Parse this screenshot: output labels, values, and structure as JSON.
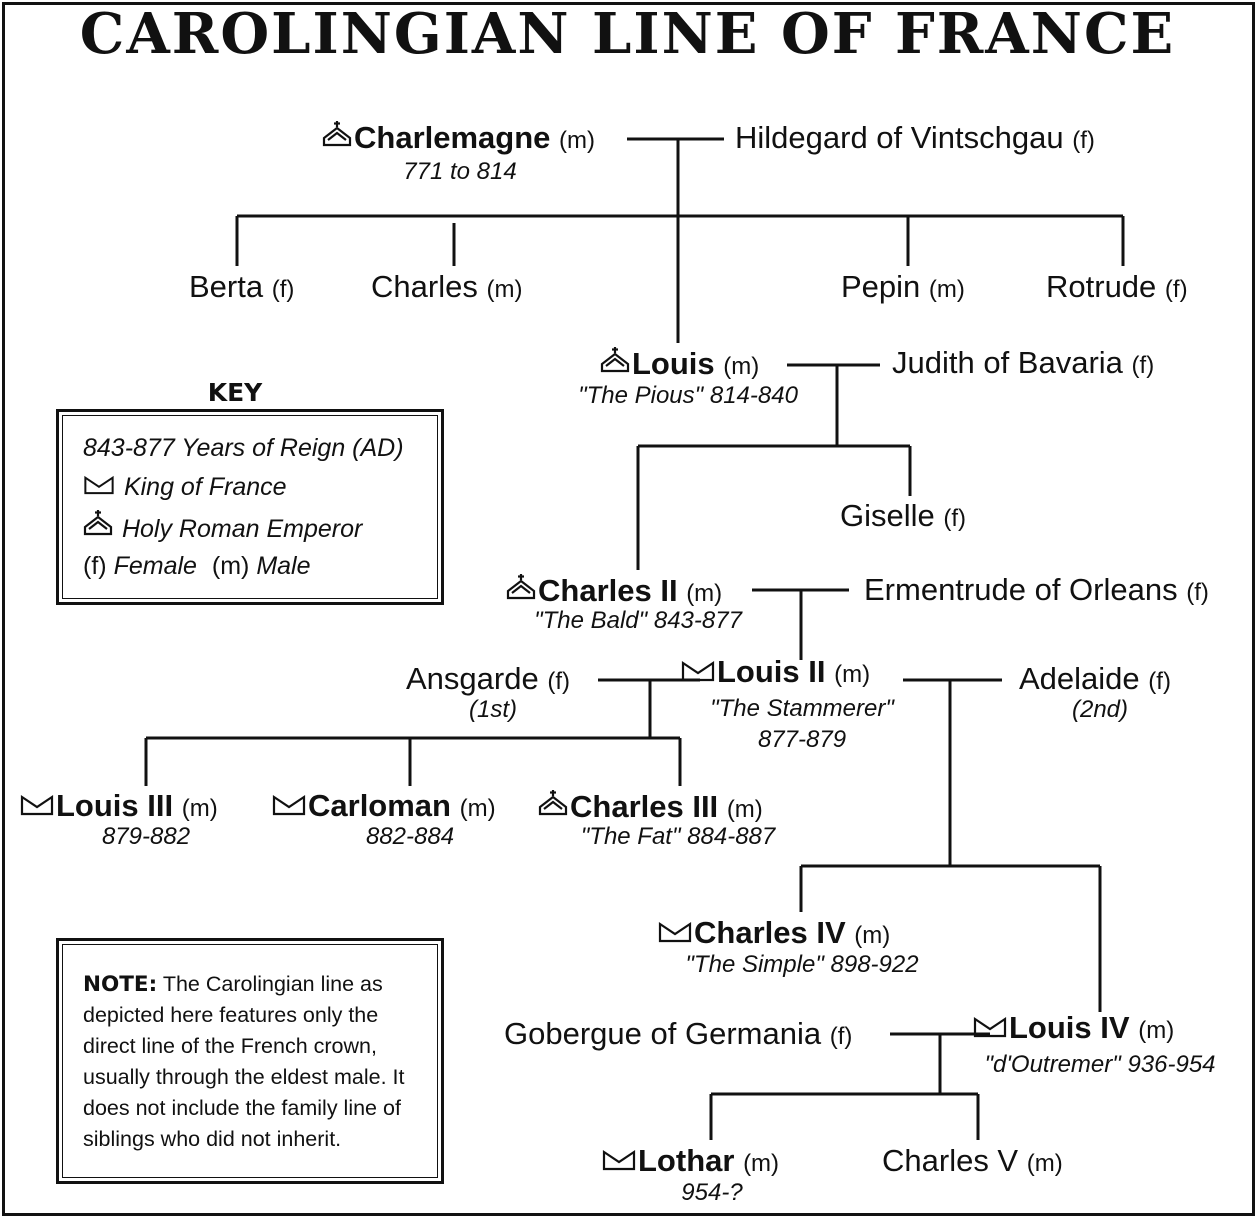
{
  "title": "CAROLINGIAN LINE OF FRANCE",
  "key": {
    "heading": "KEY",
    "items": [
      {
        "symbol": "",
        "text": "843-877 Years of Reign (AD)"
      },
      {
        "symbol": "crown-icon",
        "text": "King of France"
      },
      {
        "symbol": "emperor-crown-icon",
        "text": "Holy Roman Emperor"
      },
      {
        "symbol": "(f)",
        "text": "Female",
        "symbol2": "(m)",
        "text2": "Male"
      }
    ]
  },
  "note": {
    "label": "NOTE:",
    "text": "The Carolingian line as depicted here features only the direct line of the French crown, usually through the eldest male. It does not include the family line of siblings who did not inherit."
  },
  "people": {
    "charlemagne": {
      "name": "Charlemagne",
      "gender": "(m)",
      "sub": "771 to 814",
      "icon": "emperor-crown-icon"
    },
    "hildegard": {
      "name": "Hildegard of Vintschgau",
      "gender": "(f)"
    },
    "berta": {
      "name": "Berta",
      "gender": "(f)"
    },
    "charles": {
      "name": "Charles",
      "gender": "(m)"
    },
    "pepin": {
      "name": "Pepin",
      "gender": "(m)"
    },
    "rotrude": {
      "name": "Rotrude",
      "gender": "(f)"
    },
    "louis": {
      "name": "Louis",
      "gender": "(m)",
      "sub": "\"The Pious\" 814-840",
      "icon": "emperor-crown-icon"
    },
    "judith": {
      "name": "Judith of Bavaria",
      "gender": "(f)"
    },
    "giselle": {
      "name": "Giselle",
      "gender": "(f)"
    },
    "charles2": {
      "name": "Charles II",
      "gender": "(m)",
      "sub": "\"The Bald\" 843-877",
      "icon": "emperor-crown-icon"
    },
    "ermentrude": {
      "name": "Ermentrude of Orleans",
      "gender": "(f)"
    },
    "ansgarde": {
      "name": "Ansgarde",
      "gender": "(f)",
      "sub": "(1st)"
    },
    "louis2": {
      "name": "Louis II",
      "gender": "(m)",
      "sub": "\"The Stammerer\"",
      "sub2": "877-879",
      "icon": "crown-icon"
    },
    "adelaide": {
      "name": "Adelaide",
      "gender": "(f)",
      "sub": "(2nd)"
    },
    "louis3": {
      "name": "Louis III",
      "gender": "(m)",
      "sub": "879-882",
      "icon": "crown-icon"
    },
    "carloman": {
      "name": "Carloman",
      "gender": "(m)",
      "sub": "882-884",
      "icon": "crown-icon"
    },
    "charles3": {
      "name": "Charles III",
      "gender": "(m)",
      "sub": "\"The Fat\" 884-887",
      "icon": "emperor-crown-icon"
    },
    "charles4": {
      "name": "Charles IV",
      "gender": "(m)",
      "sub": "\"The Simple\" 898-922",
      "icon": "crown-icon"
    },
    "gobergue": {
      "name": "Gobergue of Germania",
      "gender": "(f)"
    },
    "louis4": {
      "name": "Louis IV",
      "gender": "(m)",
      "sub": "\"d'Outremer\" 936-954",
      "icon": "crown-icon"
    },
    "lothar": {
      "name": "Lothar",
      "gender": "(m)",
      "sub": "954-?",
      "icon": "crown-icon"
    },
    "charles5": {
      "name": "Charles V",
      "gender": "(m)"
    }
  }
}
